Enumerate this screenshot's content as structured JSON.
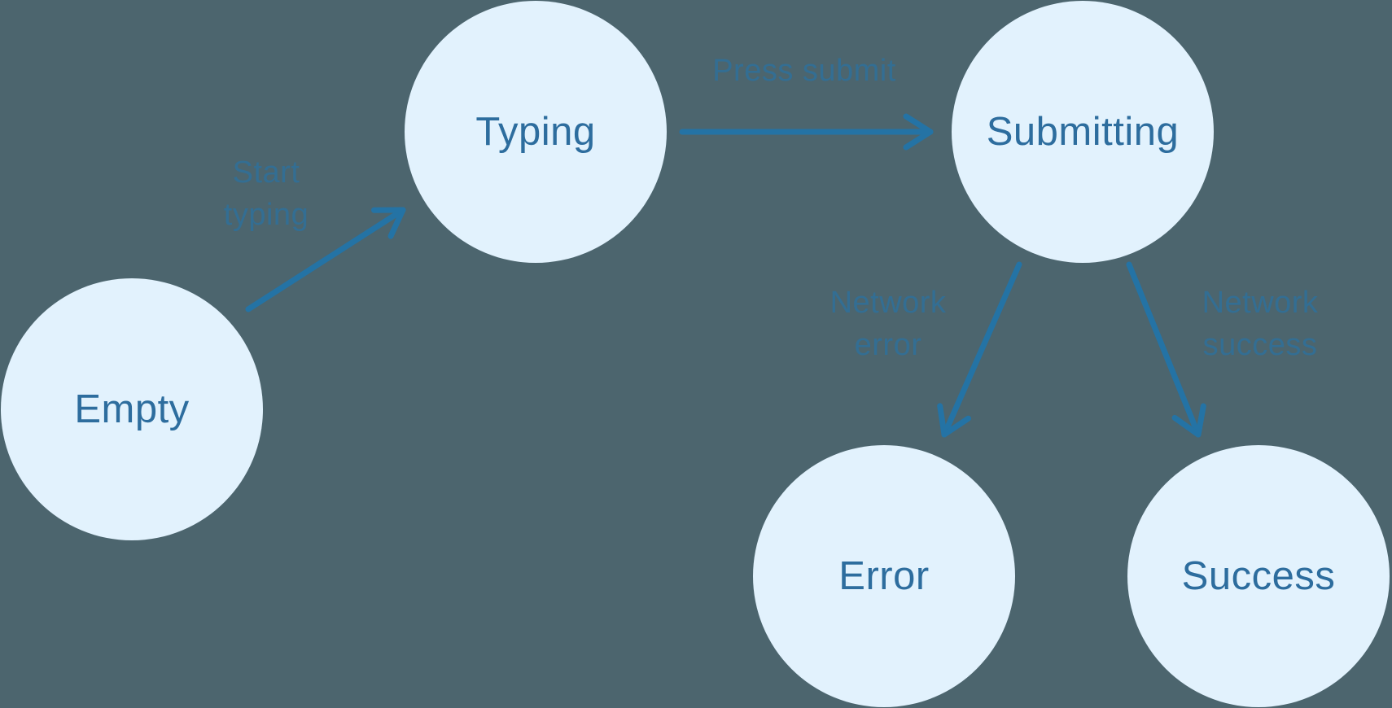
{
  "diagram": {
    "type": "state-machine",
    "nodes": [
      {
        "id": "empty",
        "label": "Empty"
      },
      {
        "id": "typing",
        "label": "Typing"
      },
      {
        "id": "submitting",
        "label": "Submitting"
      },
      {
        "id": "error",
        "label": "Error"
      },
      {
        "id": "success",
        "label": "Success"
      }
    ],
    "edges": [
      {
        "from": "empty",
        "to": "typing",
        "label": "Start\ntyping"
      },
      {
        "from": "typing",
        "to": "submitting",
        "label": "Press submit"
      },
      {
        "from": "submitting",
        "to": "error",
        "label": "Network\nerror"
      },
      {
        "from": "submitting",
        "to": "success",
        "label": "Network\nsuccess"
      }
    ],
    "colors": {
      "background": "#4c656e",
      "node_fill": "#e2f2fd",
      "node_text": "#2d6d9e",
      "arrow": "#2473a5",
      "edge_label": "#336e93"
    }
  }
}
